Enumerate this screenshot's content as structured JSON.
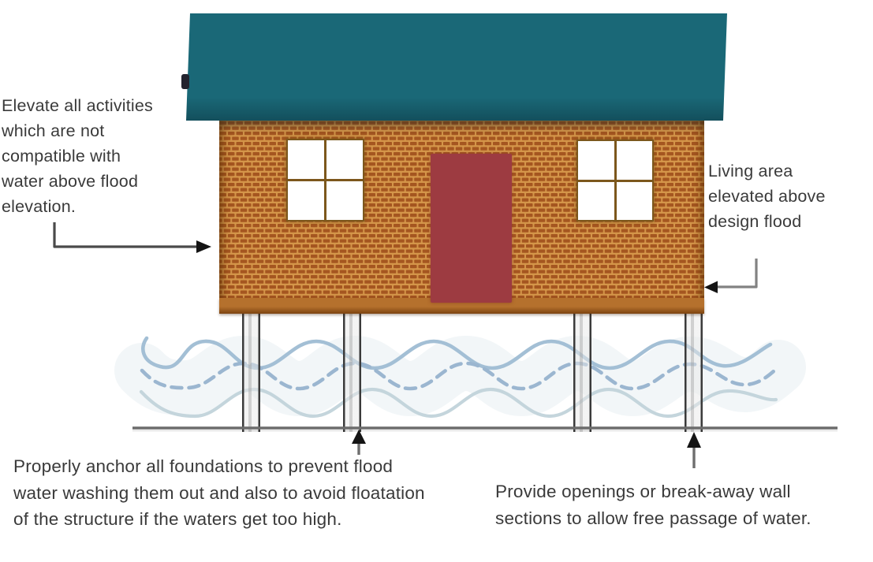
{
  "colors": {
    "background": "#ffffff",
    "text": "#3a3a3a",
    "roof": "#1a6877",
    "roof_edge": "#134f5c",
    "brick": "#a55620",
    "brick_mortar": "#d49549",
    "wall_band_top": "#b5712d",
    "wall_band_bottom": "#7c4410",
    "door": "#9d3b41",
    "window_frame": "#7c571c",
    "pillar_edge": "#3b3b3b",
    "pillar_fill": "rgba(232,232,232,0.5)",
    "ground": "#6c6c6c",
    "arrow_line": "#4a4a4a",
    "arrow_dark": "#141414",
    "wave_top": "#a3bfd5",
    "wave_middle": "#9bb6d0",
    "wave_bottom": "#c4d5dc"
  },
  "labels": {
    "elevate": {
      "lines": [
        "Elevate all activities",
        "which are not",
        "compatible with",
        "water above flood",
        "elevation."
      ]
    },
    "living": {
      "lines": [
        "Living area",
        "elevated above",
        "design flood"
      ]
    },
    "anchor": {
      "lines": [
        "Properly anchor all foundations to prevent flood",
        "water washing them out and also to avoid floatation",
        "of the structure if the waters get too high."
      ]
    },
    "openings": {
      "lines": [
        "Provide openings or break-away wall",
        "sections to allow free passage of water."
      ]
    }
  }
}
